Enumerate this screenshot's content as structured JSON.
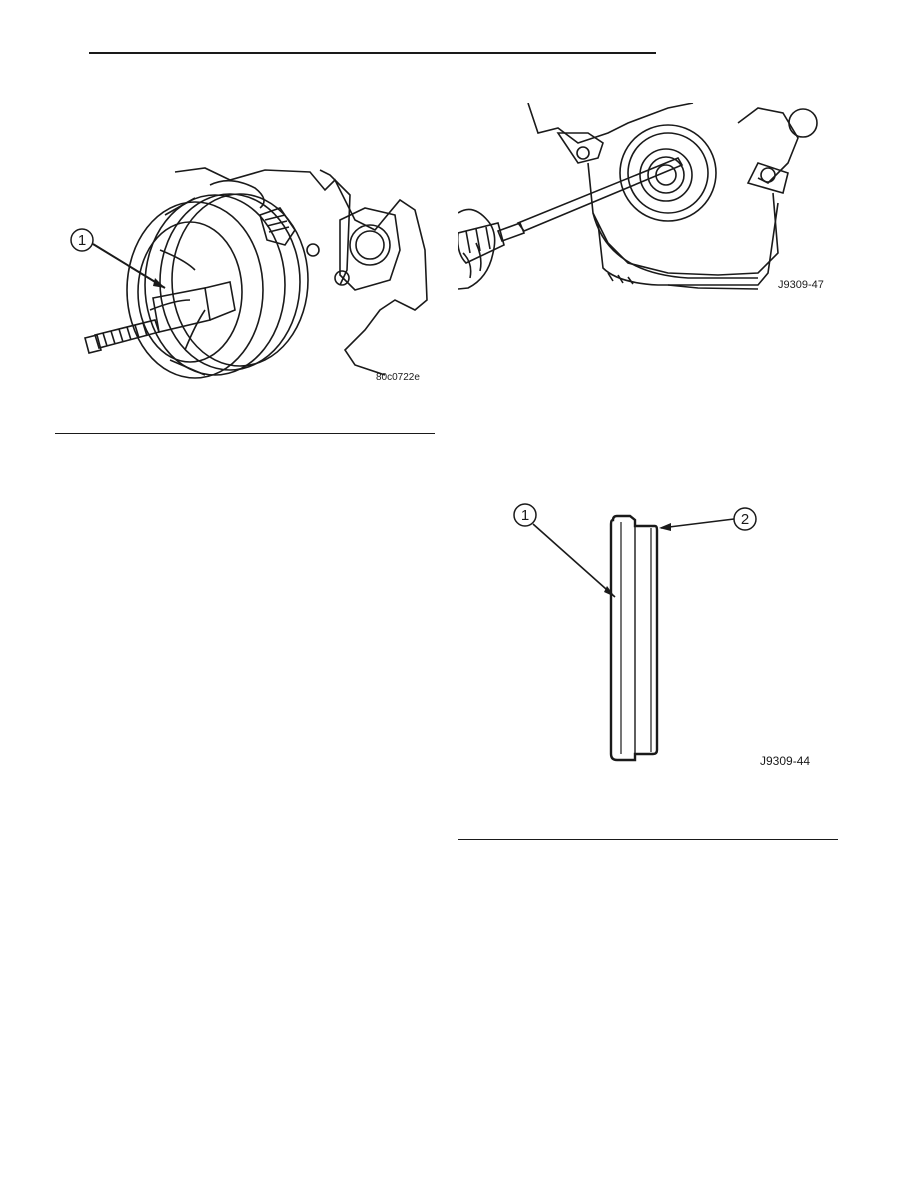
{
  "figures": [
    {
      "id": "damper-puller",
      "code": "80c0722e",
      "callouts": [
        "1"
      ]
    },
    {
      "id": "seal-removal",
      "code": "J9309-47",
      "callouts": []
    },
    {
      "id": "seal-section",
      "code": "J9309-44",
      "callouts": [
        "1",
        "2"
      ]
    }
  ]
}
